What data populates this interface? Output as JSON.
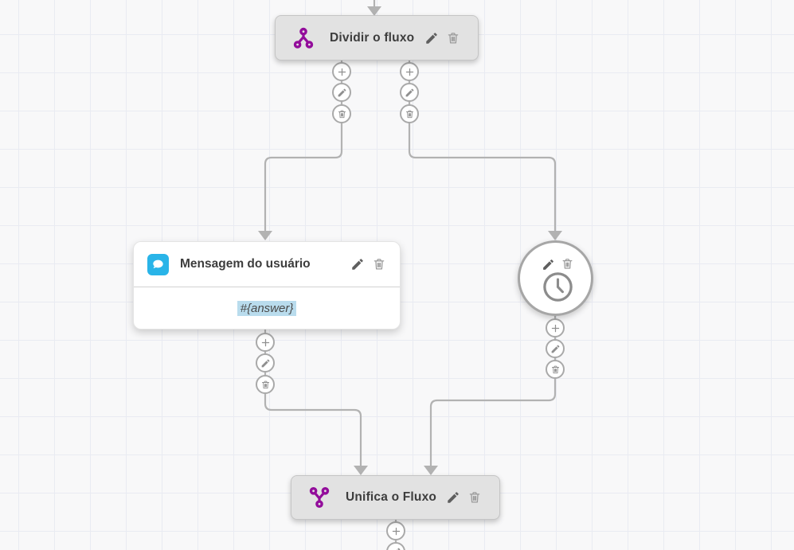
{
  "nodes": {
    "split": {
      "title": "Dividir o fluxo",
      "icon": "split-flow-icon"
    },
    "user_message": {
      "title": "Mensagem do usuário",
      "body": "#{answer}",
      "icon": "chat-bubble-icon"
    },
    "timer": {
      "icon": "clock-icon"
    },
    "merge": {
      "title": "Unifica o Fluxo",
      "icon": "merge-flow-icon"
    }
  },
  "actions": {
    "add": "plus-icon",
    "edit": "pencil-icon",
    "delete": "trash-icon"
  },
  "colors": {
    "canvas_bg": "#f8f8f9",
    "grid_line": "#e9ebf2",
    "connector": "#b2b2b2",
    "node_gray_bg": "#e2e2e2",
    "node_gray_border": "#c5c5c5",
    "accent_purple": "#930d9b",
    "accent_blue": "#29b4e8",
    "variable_highlight": "#b9dced",
    "title_text": "#3d3d3d"
  }
}
